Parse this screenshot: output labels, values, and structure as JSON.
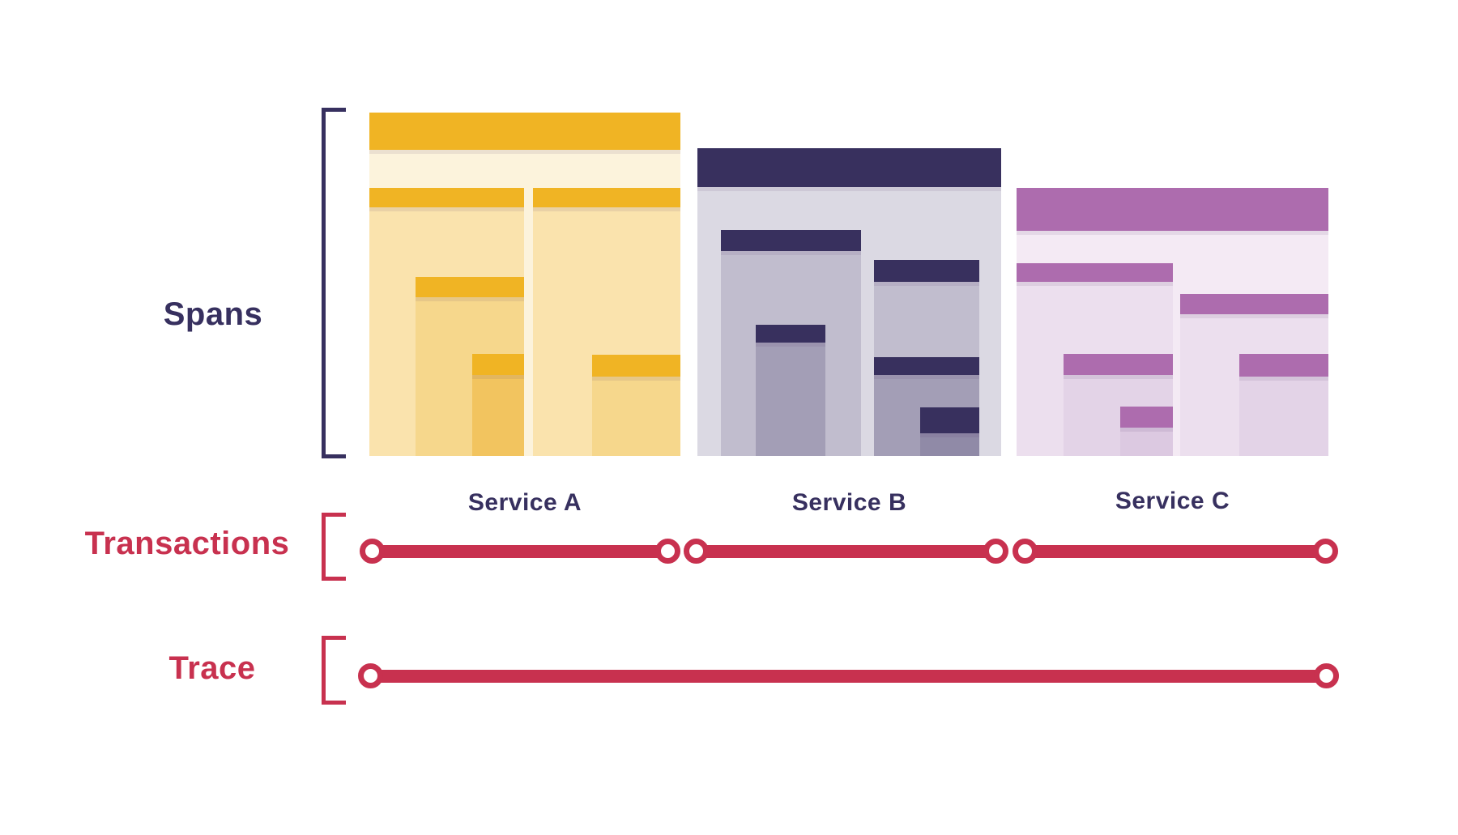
{
  "labels": {
    "spans": "Spans",
    "transactions": "Transactions",
    "trace": "Trace"
  },
  "services": [
    {
      "id": "a",
      "label": "Service A"
    },
    {
      "id": "b",
      "label": "Service B"
    },
    {
      "id": "c",
      "label": "Service C"
    }
  ],
  "colors": {
    "label_navy": "#37305F",
    "crimson": "#C8314F",
    "a": {
      "bar": "#F0B424",
      "bg": "#FCF3DC",
      "l1": "#FAE3AD",
      "l2": "#F6D78C",
      "l3": "#F2C45F"
    },
    "b": {
      "bar": "#38305E",
      "bg": "#DBD9E3",
      "l1": "#C1BDCE",
      "l2": "#A39EB6",
      "l3": "#908AA7"
    },
    "c": {
      "bar": "#AD6CAE",
      "bg": "#F4EAF4",
      "l1": "#ECDFEE",
      "l2": "#E3D3E7",
      "l3": "#DCC9E1"
    }
  }
}
